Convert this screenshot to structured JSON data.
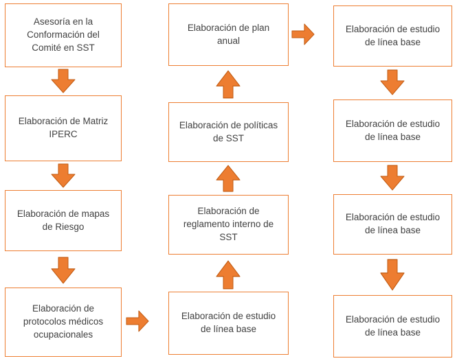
{
  "colors": {
    "box_border": "#ED7D31",
    "box_fill": "#FFFFFF",
    "arrow_fill": "#ED7D31",
    "arrow_stroke": "#C05A11",
    "text": "#404040",
    "background": "#FFFFFF"
  },
  "flow": {
    "col1": {
      "boxes": [
        "Asesoría en la Conformación del Comité en SST",
        "Elaboración de Matriz IPERC",
        "Elaboración de mapas de Riesgo",
        "Elaboración de protocolos médicos ocupacionales"
      ]
    },
    "col2": {
      "boxes": [
        "Elaboración de plan anual",
        "Elaboración de políticas de SST",
        "Elaboración de reglamento interno de SST",
        "Elaboración de estudio de línea base"
      ]
    },
    "col3": {
      "boxes": [
        "Elaboración de estudio de línea base",
        "Elaboración de estudio de línea base",
        "Elaboración de estudio de línea base",
        "Elaboración de estudio de línea base"
      ]
    }
  }
}
